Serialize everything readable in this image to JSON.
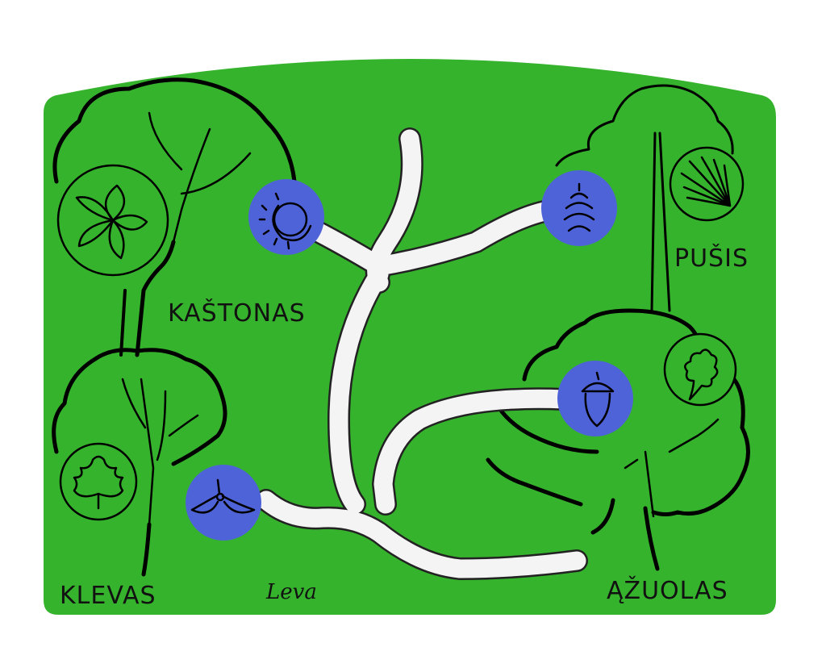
{
  "colors": {
    "board": "#36b32d",
    "path": "#f4f4f4",
    "seed_circle": "#4f63d9",
    "ink": "#000000",
    "background": "#ffffff"
  },
  "trees": [
    {
      "id": "kastonas",
      "label": "KAŠTONAS",
      "leaf_icon": "horse-chestnut-leaf-icon",
      "seed_icon": "chestnut-icon"
    },
    {
      "id": "pusis",
      "label": "PUŠIS",
      "leaf_icon": "pine-needles-icon",
      "seed_icon": "pine-cone-icon"
    },
    {
      "id": "klevas",
      "label": "KLEVAS",
      "leaf_icon": "maple-leaf-icon",
      "seed_icon": "maple-seed-icon"
    },
    {
      "id": "azuolas",
      "label": "ĄŽUOLAS",
      "leaf_icon": "oak-leaf-icon",
      "seed_icon": "acorn-icon"
    }
  ],
  "signature": "Leva"
}
